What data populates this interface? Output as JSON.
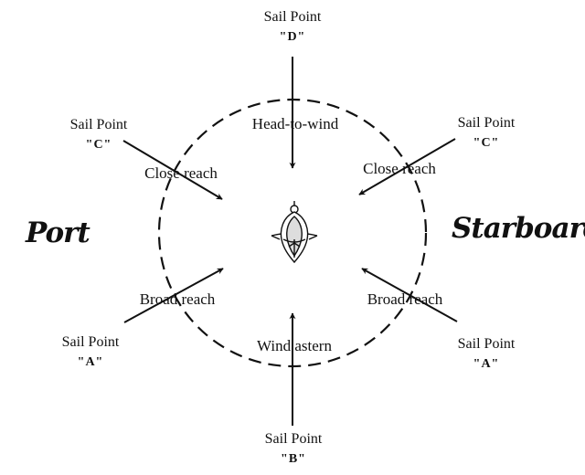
{
  "sail_points": {
    "D": {
      "title": "Sail Point",
      "id": "\"D\""
    },
    "C_left": {
      "title": "Sail Point",
      "id": "\"C\""
    },
    "C_right": {
      "title": "Sail Point",
      "id": "\"C\""
    },
    "A_left": {
      "title": "Sail Point",
      "id": "\"A\""
    },
    "A_right": {
      "title": "Sail Point",
      "id": "\"A\""
    },
    "B": {
      "title": "Sail Point",
      "id": "\"B\""
    }
  },
  "zones": {
    "head_to_wind": "Head-to-wind",
    "close_reach_left": "Close reach",
    "close_reach_right": "Close reach",
    "broad_reach_left": "Broad reach",
    "broad_reach_right": "Broad reach",
    "wind_astern": "Wind astern"
  },
  "sides": {
    "port": "Port",
    "starboard": "Starboard"
  },
  "colors": {
    "ink": "#111111",
    "background": "#ffffff"
  },
  "icons": {
    "ship": "ship-icon"
  }
}
